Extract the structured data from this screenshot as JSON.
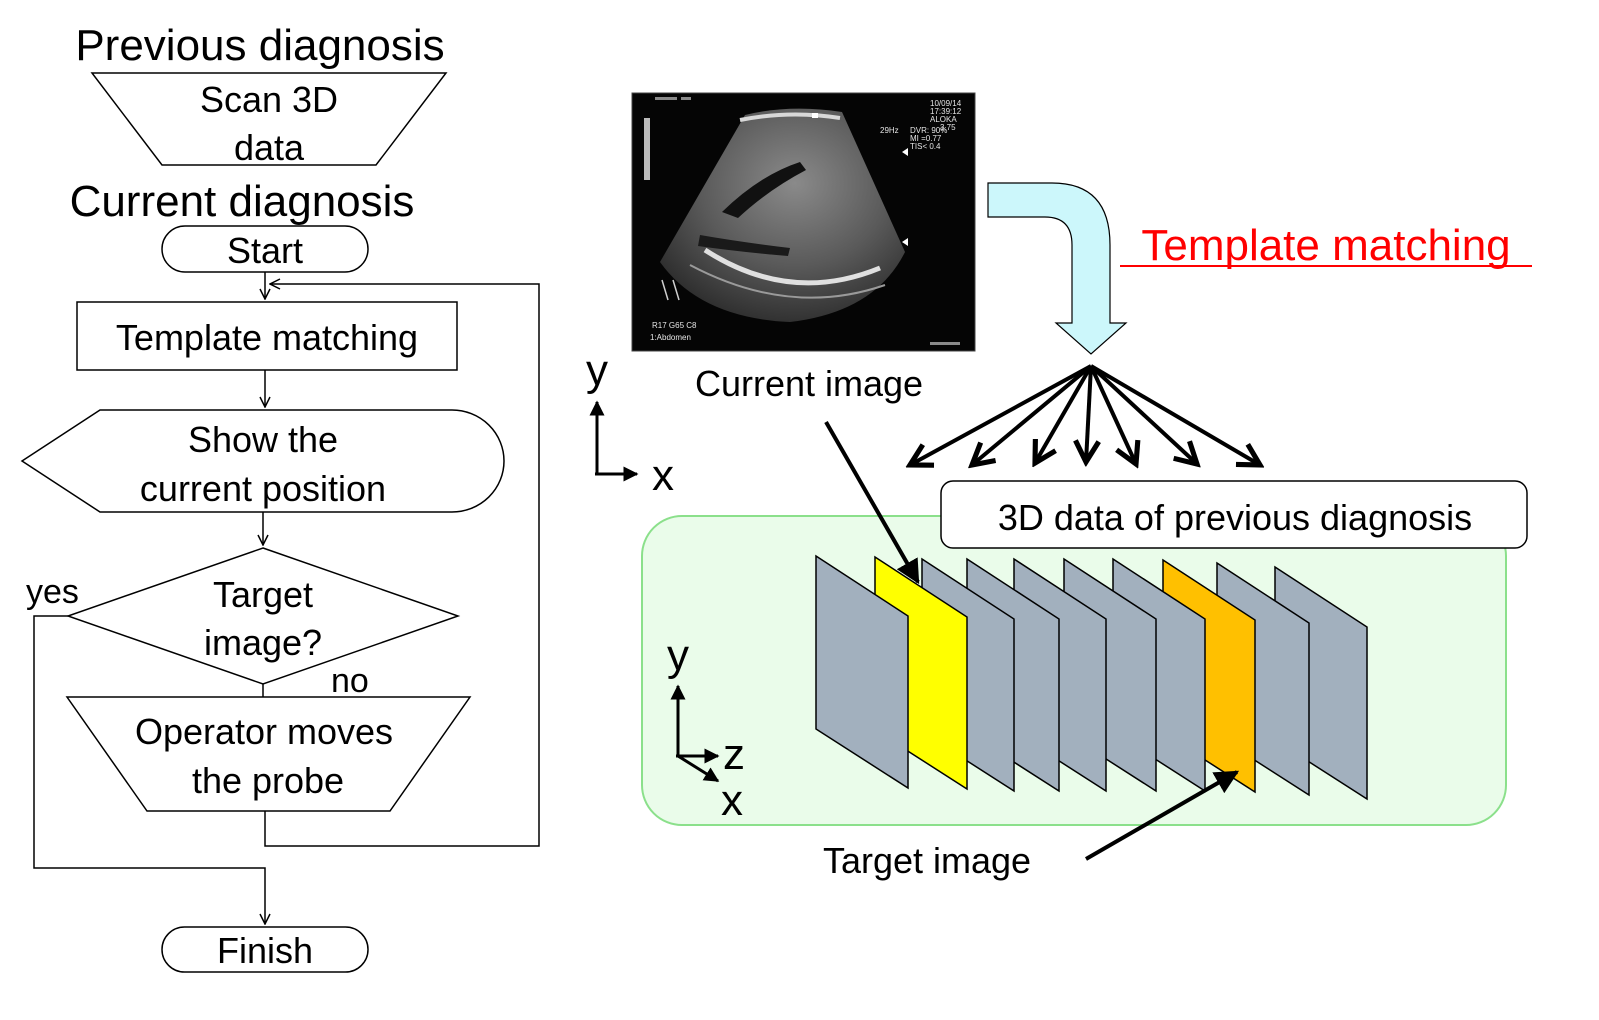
{
  "flowchart": {
    "previous_label": "Previous diagnosis",
    "scan_line1": "Scan 3D",
    "scan_line2": "data",
    "current_label": "Current diagnosis",
    "start": "Start",
    "template_matching": "Template matching",
    "show_line1": "Show the",
    "show_line2": "current position",
    "decision_line1": "Target",
    "decision_line2": "image?",
    "yes": "yes",
    "no": "no",
    "operator_line1": "Operator moves",
    "operator_line2": "the probe",
    "finish": "Finish"
  },
  "illustration": {
    "current_image_label": "Current image",
    "template_matching_label": "Template matching",
    "data_box_label": "3D data of previous diagnosis",
    "target_image_label": "Target image",
    "axes_top": {
      "y": "y",
      "x": "x"
    },
    "axes_bottom": {
      "y": "y",
      "z": "z",
      "x": "x"
    }
  },
  "ultrasound": {
    "date": "10/09/14",
    "time": "17:39:12",
    "brand": "ALOKA",
    "depth": "3.75",
    "frame_rate": "29Hz",
    "dvr": "DVR: 90%",
    "mi": "MI =0.77",
    "tis": "TIS< 0.4",
    "preset": "R17 G65 C8",
    "mode": "1:Abdomen"
  },
  "colors": {
    "template_matching_text": "#ff0000",
    "arrow_fill": "#ccf7fb",
    "green_panel_fill": "#eafcea",
    "green_panel_stroke": "#8be08b",
    "slice_gray": "#a2b0be",
    "slice_yellow": "#ffff00",
    "slice_orange": "#ffc000"
  }
}
